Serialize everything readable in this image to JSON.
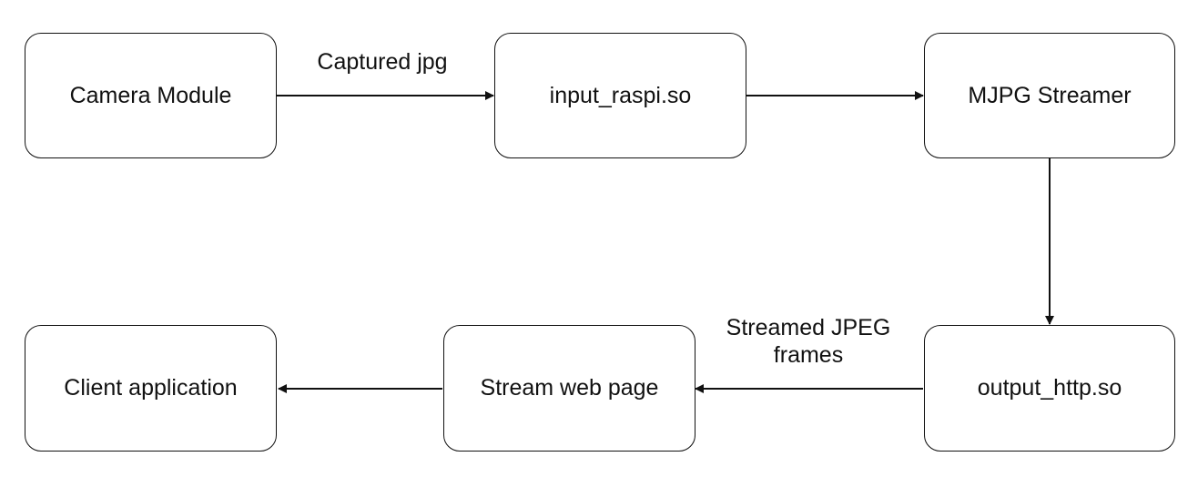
{
  "nodes": {
    "camera_module": "Camera Module",
    "input_raspi": "input_raspi.so",
    "mjpg_streamer": "MJPG Streamer",
    "output_http": "output_http.so",
    "stream_web_page": "Stream web page",
    "client_application": "Client application"
  },
  "edges": {
    "captured_jpg": "Captured jpg",
    "streamed_frames_line1": "Streamed JPEG",
    "streamed_frames_line2": "frames"
  },
  "colors": {
    "stroke": "#111111",
    "background": "#ffffff"
  }
}
